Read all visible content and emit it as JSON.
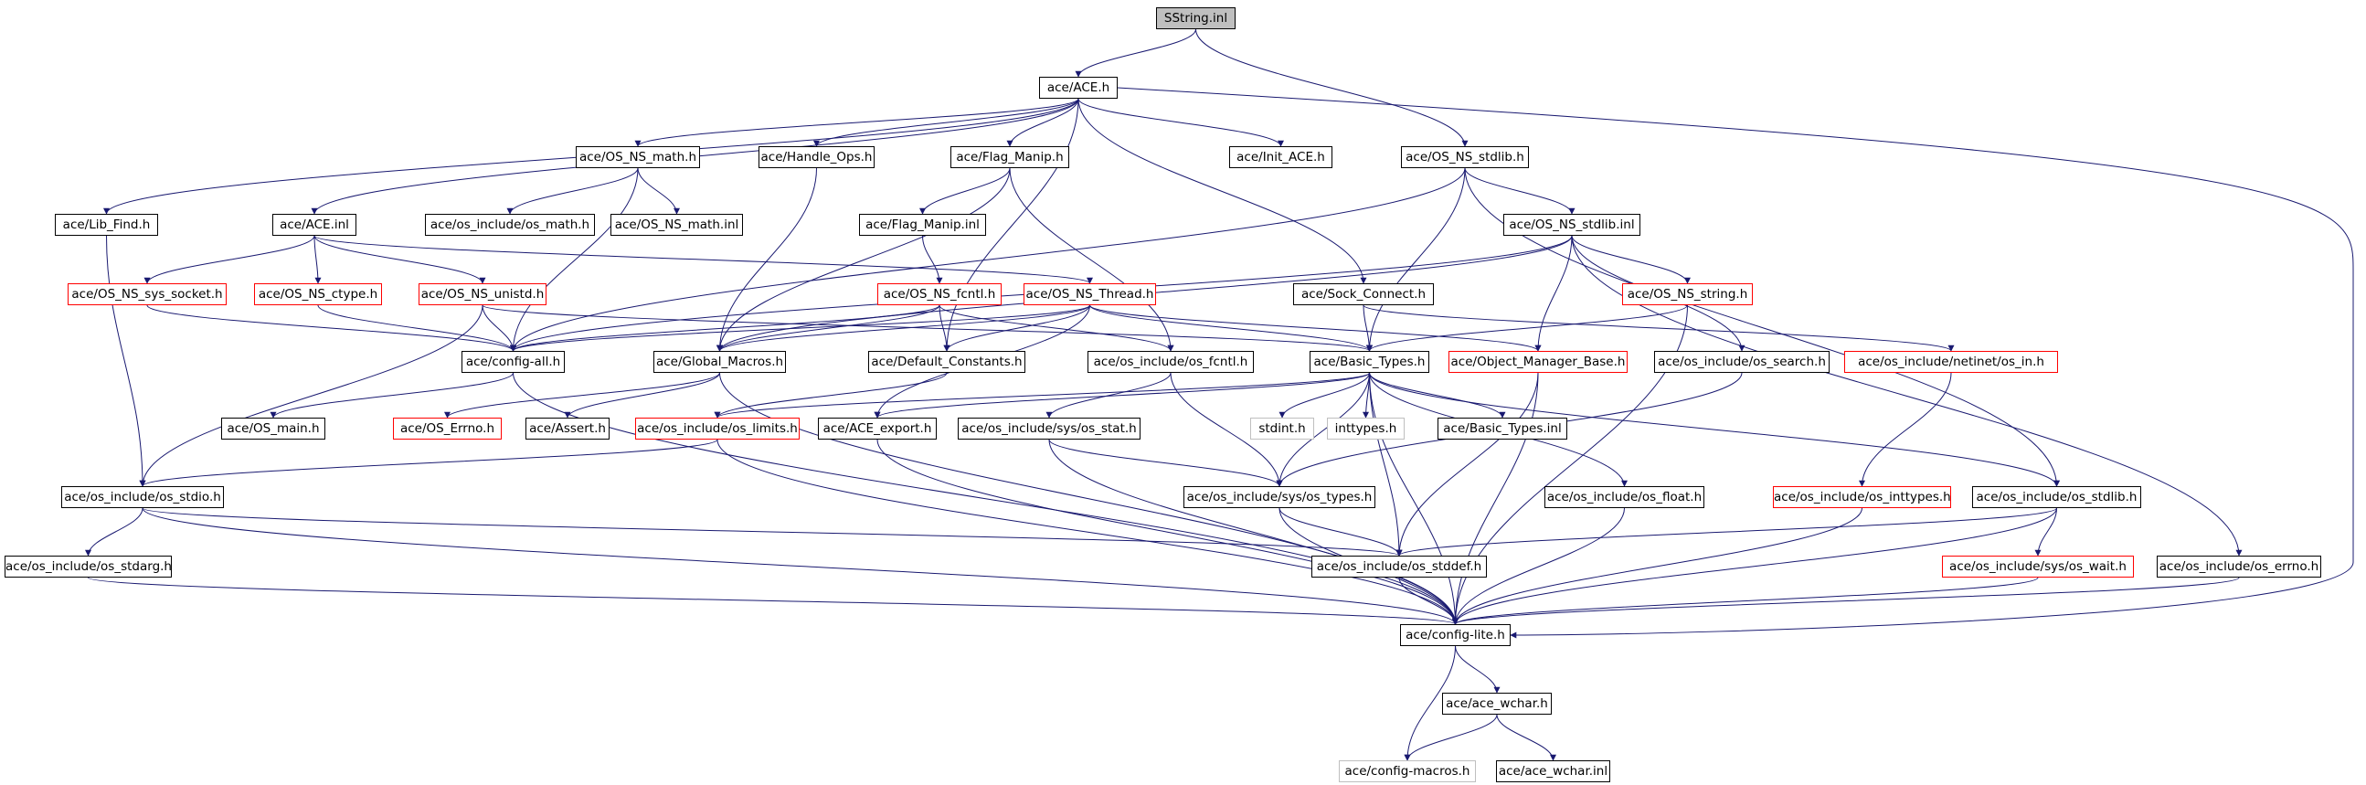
{
  "colors": {
    "edge": "#191970",
    "node_border": "#000000",
    "truncated_border": "#ff0000",
    "external_border": "#bfbfbf",
    "root_fill": "#bfbfbf"
  },
  "nodes": {
    "sstring_inl": "SString.inl",
    "ace_h": "ace/ACE.h",
    "os_ns_math_h": "ace/OS_NS_math.h",
    "handle_ops_h": "ace/Handle_Ops.h",
    "flag_manip_h": "ace/Flag_Manip.h",
    "init_ace_h": "ace/Init_ACE.h",
    "os_ns_stdlib_h": "ace/OS_NS_stdlib.h",
    "lib_find_h": "ace/Lib_Find.h",
    "ace_inl": "ace/ACE.inl",
    "os_include_os_math_h": "ace/os_include/os_math.h",
    "os_ns_math_inl": "ace/OS_NS_math.inl",
    "flag_manip_inl": "ace/Flag_Manip.inl",
    "os_ns_stdlib_inl": "ace/OS_NS_stdlib.inl",
    "os_ns_sys_socket_h": "ace/OS_NS_sys_socket.h",
    "os_ns_ctype_h": "ace/OS_NS_ctype.h",
    "os_ns_unistd_h": "ace/OS_NS_unistd.h",
    "os_ns_fcntl_h": "ace/OS_NS_fcntl.h",
    "os_ns_thread_h": "ace/OS_NS_Thread.h",
    "sock_connect_h": "ace/Sock_Connect.h",
    "os_ns_string_h": "ace/OS_NS_string.h",
    "config_all_h": "ace/config-all.h",
    "global_macros_h": "ace/Global_Macros.h",
    "default_constants_h": "ace/Default_Constants.h",
    "os_include_os_fcntl_h": "ace/os_include/os_fcntl.h",
    "basic_types_h": "ace/Basic_Types.h",
    "object_manager_base_h": "ace/Object_Manager_Base.h",
    "os_include_os_search_h": "ace/os_include/os_search.h",
    "os_include_netinet_os_in_h": "ace/os_include/netinet/os_in.h",
    "os_main_h": "ace/OS_main.h",
    "os_errno_h": "ace/OS_Errno.h",
    "assert_h": "ace/Assert.h",
    "os_include_os_limits_h": "ace/os_include/os_limits.h",
    "ace_export_h": "ace/ACE_export.h",
    "os_include_sys_os_stat_h": "ace/os_include/sys/os_stat.h",
    "stdint_h": "stdint.h",
    "inttypes_h": "inttypes.h",
    "basic_types_inl": "ace/Basic_Types.inl",
    "os_include_os_stdio_h": "ace/os_include/os_stdio.h",
    "os_include_sys_os_types_h": "ace/os_include/sys/os_types.h",
    "os_include_os_float_h": "ace/os_include/os_float.h",
    "os_include_os_inttypes_h": "ace/os_include/os_inttypes.h",
    "os_include_os_stdlib_h": "ace/os_include/os_stdlib.h",
    "os_include_os_stdarg_h": "ace/os_include/os_stdarg.h",
    "os_include_os_stddef_h": "ace/os_include/os_stddef.h",
    "os_include_sys_os_wait_h": "ace/os_include/sys/os_wait.h",
    "os_include_os_errno_h": "ace/os_include/os_errno.h",
    "config_lite_h": "ace/config-lite.h",
    "ace_wchar_h": "ace/ace_wchar.h",
    "config_macros_h": "ace/config-macros.h",
    "ace_wchar_inl": "ace/ace_wchar.inl"
  }
}
